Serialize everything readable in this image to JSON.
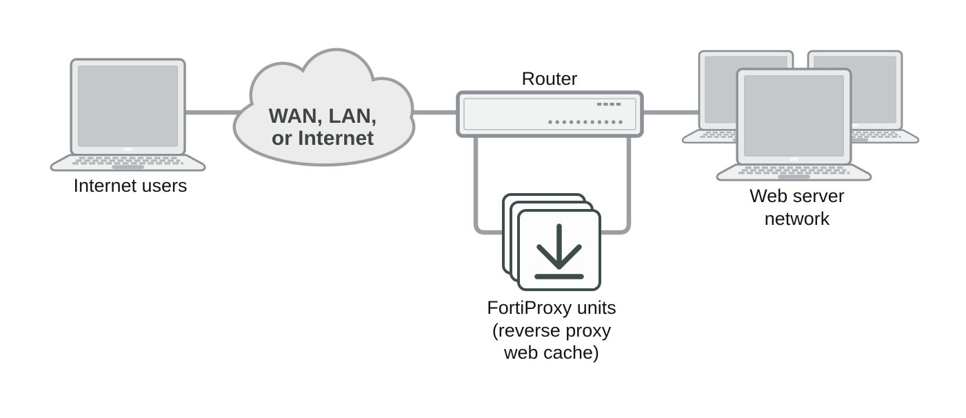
{
  "diagram_title": "FortiProxy reverse proxy web cache topology",
  "labels": {
    "internet_users": "Internet users",
    "cloud_line1": "WAN, LAN,",
    "cloud_line2": "or Internet",
    "router": "Router",
    "web_server_line1": "Web server",
    "web_server_line2": "network",
    "fortiproxy_line1": "FortiProxy units",
    "fortiproxy_line2": "(reverse proxy",
    "fortiproxy_line3": "web cache)"
  },
  "nodes": [
    {
      "id": "internet-users",
      "label": "Internet users",
      "icon": "laptop-icon"
    },
    {
      "id": "network-cloud",
      "label": "WAN, LAN, or Internet",
      "icon": "cloud-icon"
    },
    {
      "id": "router",
      "label": "Router",
      "icon": "router-icon"
    },
    {
      "id": "fortiproxy-units",
      "label": "FortiProxy units (reverse proxy web cache)",
      "icon": "stacked-download-boxes-icon"
    },
    {
      "id": "web-server-network",
      "label": "Web server network",
      "icon": "laptop-group-icon"
    }
  ],
  "connections": [
    {
      "from": "internet-users",
      "to": "network-cloud"
    },
    {
      "from": "network-cloud",
      "to": "router"
    },
    {
      "from": "router",
      "to": "web-server-network"
    },
    {
      "from": "router",
      "to": "fortiproxy-units"
    }
  ],
  "router_front_panel": {
    "dashes": 4,
    "dots": 11
  },
  "fortiproxy_stack_count": 3,
  "web_server_laptop_count": 3,
  "colors": {
    "connector": "#9b9fa2",
    "device_outline": "#8b9196",
    "device_fill": "#eff0f0",
    "screen_fill": "#c5c8ca",
    "cloud_fill": "#ececed",
    "cloud_text": "#3f4447",
    "proxy_outline": "#3f4c4c",
    "label_text": "#141414"
  }
}
